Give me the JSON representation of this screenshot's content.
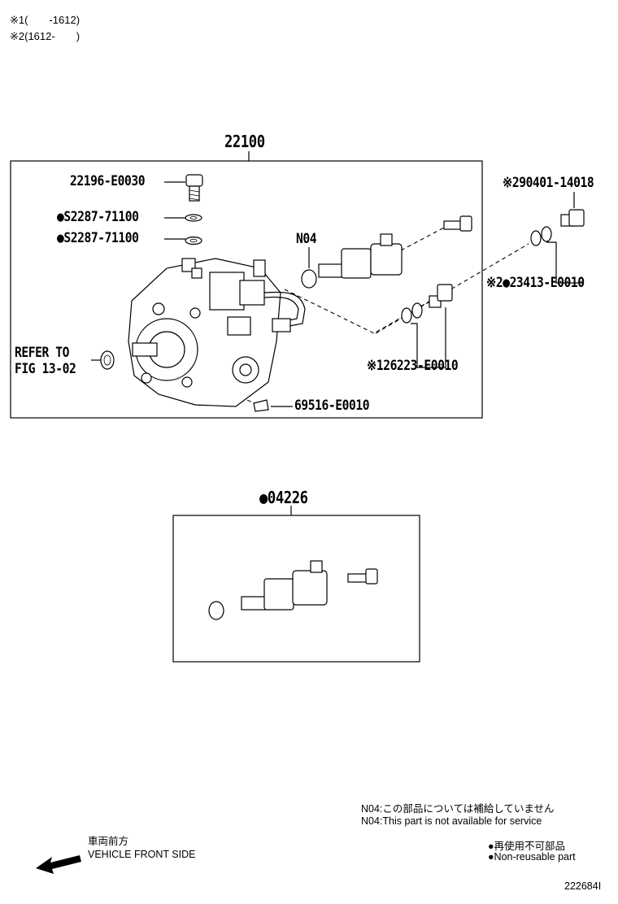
{
  "notes": {
    "note1": "※1(　　-1612)",
    "note2": "※2(1612-　　)"
  },
  "assembly_main": {
    "number": "22100"
  },
  "assembly_sub": {
    "number": "●04226"
  },
  "parts": {
    "p_bolt": "22196-E0030",
    "p_washer1": "●S2287-71100",
    "p_washer2": "●S2287-71100",
    "p_n04": "N04",
    "p_90401": "※290401-14018",
    "p_23413": "※2●23413-E0010",
    "p_26223": "※126223-E0010",
    "p_69516": "69516-E0010",
    "refer_line1": "REFER TO",
    "refer_line2": "FIG 13-02"
  },
  "legend": {
    "n04_jp": "N04:この部品については補給していません",
    "n04_en": "N04:This part is not available for service",
    "nonreuse_jp": "●再使用不可部品",
    "nonreuse_en": "●Non-reusable part"
  },
  "front": {
    "jp": "車両前方",
    "en": "VEHICLE FRONT SIDE"
  },
  "diagram_id": "222684I",
  "icons": [
    "front-arrow-icon"
  ]
}
